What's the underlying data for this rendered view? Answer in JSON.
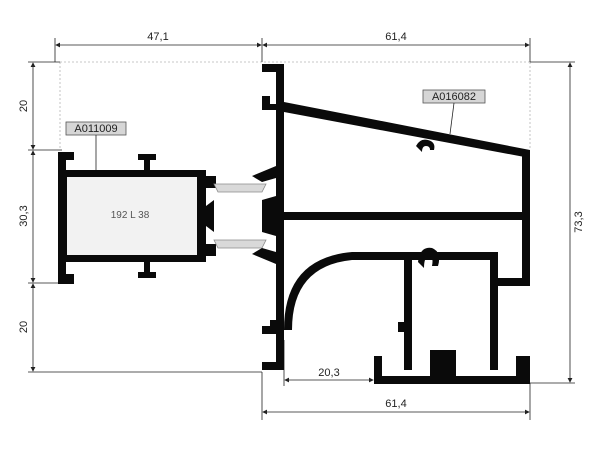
{
  "dimensions": {
    "top_left": "47,1",
    "top_right": "61,4",
    "bottom_right": "61,4",
    "bottom_inner": "20,3",
    "right_height": "73,3",
    "left_top": "20",
    "left_middle": "30,3",
    "left_bottom": "20"
  },
  "labels": {
    "left_profile_code": "A011009",
    "right_profile_code": "A016082",
    "glass_spec": "192 L 38"
  },
  "colors": {
    "profile": "#0a0a0a",
    "thermal_break": "#d9d9d9",
    "glass_fill": "#f2f2f2",
    "dim_line": "#222222",
    "guide_line": "#b5b5b5",
    "label_box": "#d6d6d6"
  }
}
